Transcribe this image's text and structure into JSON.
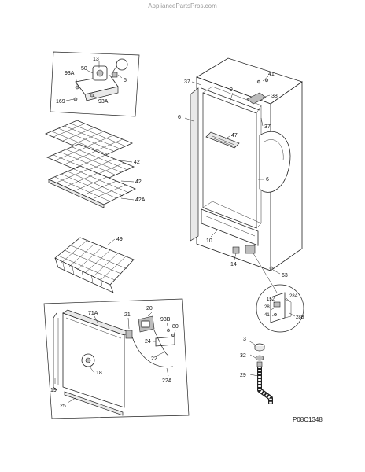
{
  "watermark": "AppliancePartsPros.com",
  "diagram_code": "P08C1348",
  "callouts": {
    "c13": "13",
    "c93a_top": "93A",
    "c50": "50",
    "c5": "5",
    "c169": "169",
    "c93a_bottom": "93A",
    "c42_a": "42",
    "c42_b": "42",
    "c42a": "42A",
    "c49": "49",
    "c37_top": "37",
    "c9": "9",
    "c41_top": "41",
    "c38": "38",
    "c6_left": "6",
    "c37_right": "37",
    "c47": "47",
    "c6_right": "6",
    "c10": "10",
    "c14": "14",
    "c63": "63",
    "c152": "152",
    "c28a": "28A",
    "c28": "28",
    "c41_bottom": "41",
    "c28b": "28B",
    "c71a": "71A",
    "c20": "20",
    "c21": "21",
    "c93b": "93B",
    "c80": "80",
    "c24": "24",
    "c22": "22",
    "c18": "18",
    "c22a": "22A",
    "c19": "19",
    "c25": "25",
    "c3": "3",
    "c32": "32",
    "c29": "29"
  }
}
